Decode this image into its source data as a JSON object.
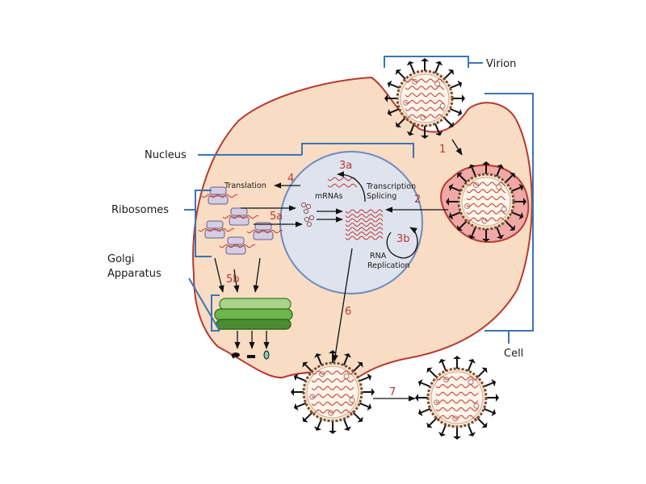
{
  "labels": {
    "virion": "Virion",
    "nucleus": "Nucleus",
    "ribosomes": "Ribosomes",
    "golgi_line1": "Golgi",
    "golgi_line2": "Apparatus",
    "cell": "Cell",
    "translation": "Translation",
    "mrnas": "mRNAs",
    "transcription": "Transcription",
    "splicing": "Splicing",
    "rna": "RNA",
    "replication": "Replication"
  },
  "steps": {
    "s1": "1",
    "s2": "2",
    "s3a": "3a",
    "s3b": "3b",
    "s4": "4",
    "s5a": "5a",
    "s5b": "5b",
    "s6": "6",
    "s7": "7"
  },
  "colors": {
    "cell_fill": "#f8dcc4",
    "cell_stroke": "#b83a2f",
    "nucleus_fill": "#dfe3ee",
    "nucleus_stroke": "#6e8bbf",
    "bracket": "#3d74b0",
    "step_number": "#b23a33",
    "rna": "#c0392b",
    "ribosome": "#d4cde3",
    "golgi_light": "#a9d48a",
    "golgi_dark": "#4a8c32"
  }
}
